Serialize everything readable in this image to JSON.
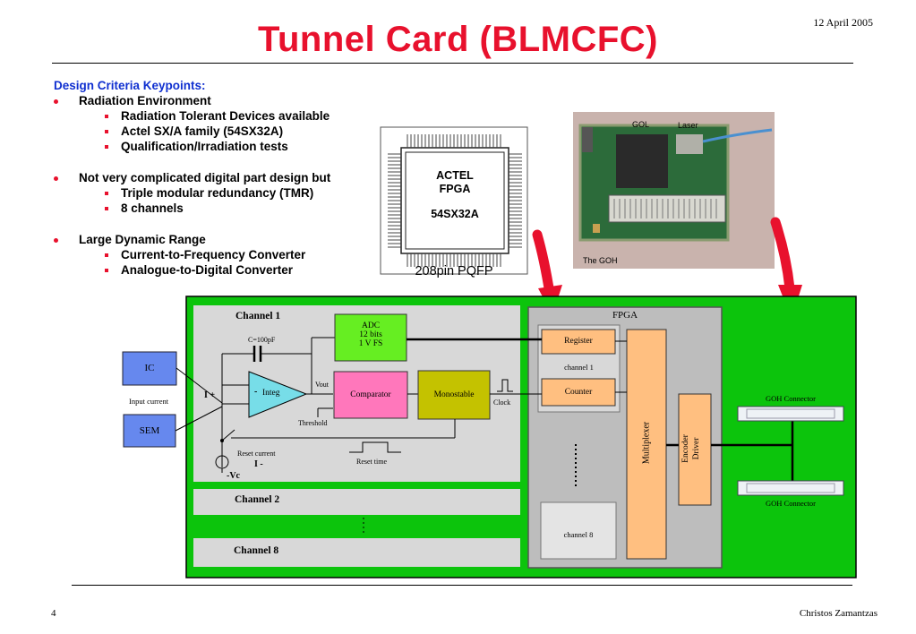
{
  "header": {
    "title": "Tunnel Card (BLMCFC)",
    "date": "12 April 2005"
  },
  "criteria": {
    "heading": "Design Criteria Keypoints:",
    "items": [
      {
        "text": "Radiation Environment",
        "subs": [
          "Radiation Tolerant Devices available",
          "Actel SX/A family (54SX32A)",
          "Qualification/Irradiation tests"
        ]
      },
      {
        "text": "Not very complicated digital part design but",
        "subs": [
          "Triple modular redundancy (TMR)",
          "8 channels"
        ]
      },
      {
        "text": "Large Dynamic Range",
        "subs": [
          "Current-to-Frequency Converter",
          "Analogue-to-Digital Converter"
        ]
      }
    ]
  },
  "chip": {
    "line1": "ACTEL",
    "line2": "FPGA",
    "line3": "54SX32A",
    "caption": "208pin PQFP"
  },
  "photo": {
    "gol": "GOL",
    "laser": "Laser",
    "caption": "The GOH"
  },
  "diagram": {
    "channel1": "Channel 1",
    "channel2": "Channel 2",
    "channel8": "Channel 8",
    "ic": "IC",
    "input_current": "Input current",
    "sem": "SEM",
    "capacitor": "C=100pF",
    "i_plus": "I +",
    "integ": "Integ",
    "integ_minus": "-",
    "vout": "Vout",
    "threshold": "Threshold",
    "adc": [
      "ADC",
      "12 bits",
      "1 V FS"
    ],
    "comparator": "Comparator",
    "monostable": "Monostable",
    "clock": "Clock",
    "reset_current": "Reset current",
    "i_minus": "I -",
    "vc": "-Vc",
    "reset_time": "Reset time",
    "fpga": "FPGA",
    "register": "Register",
    "channel_1_small": "channel 1",
    "counter": "Counter",
    "channel_8_small": "channel 8",
    "multiplexer": "Multiplexer",
    "encoder": "Encoder",
    "driver": "Driver",
    "goh_connector_1": "GOH Connector",
    "goh_connector_2": "GOH Connector"
  },
  "footer": {
    "page": "4",
    "author": "Christos Zamantzas"
  },
  "colors": {
    "title_red": "#e8112d",
    "heading_blue": "#1030d0",
    "board_green": "#0cc40c",
    "adc_green": "#66ee22",
    "comparator_pink": "#ff77bb",
    "monostable_olive": "#c4c200",
    "orange_box": "#ffbf80",
    "ic_blue": "#6688ee"
  }
}
